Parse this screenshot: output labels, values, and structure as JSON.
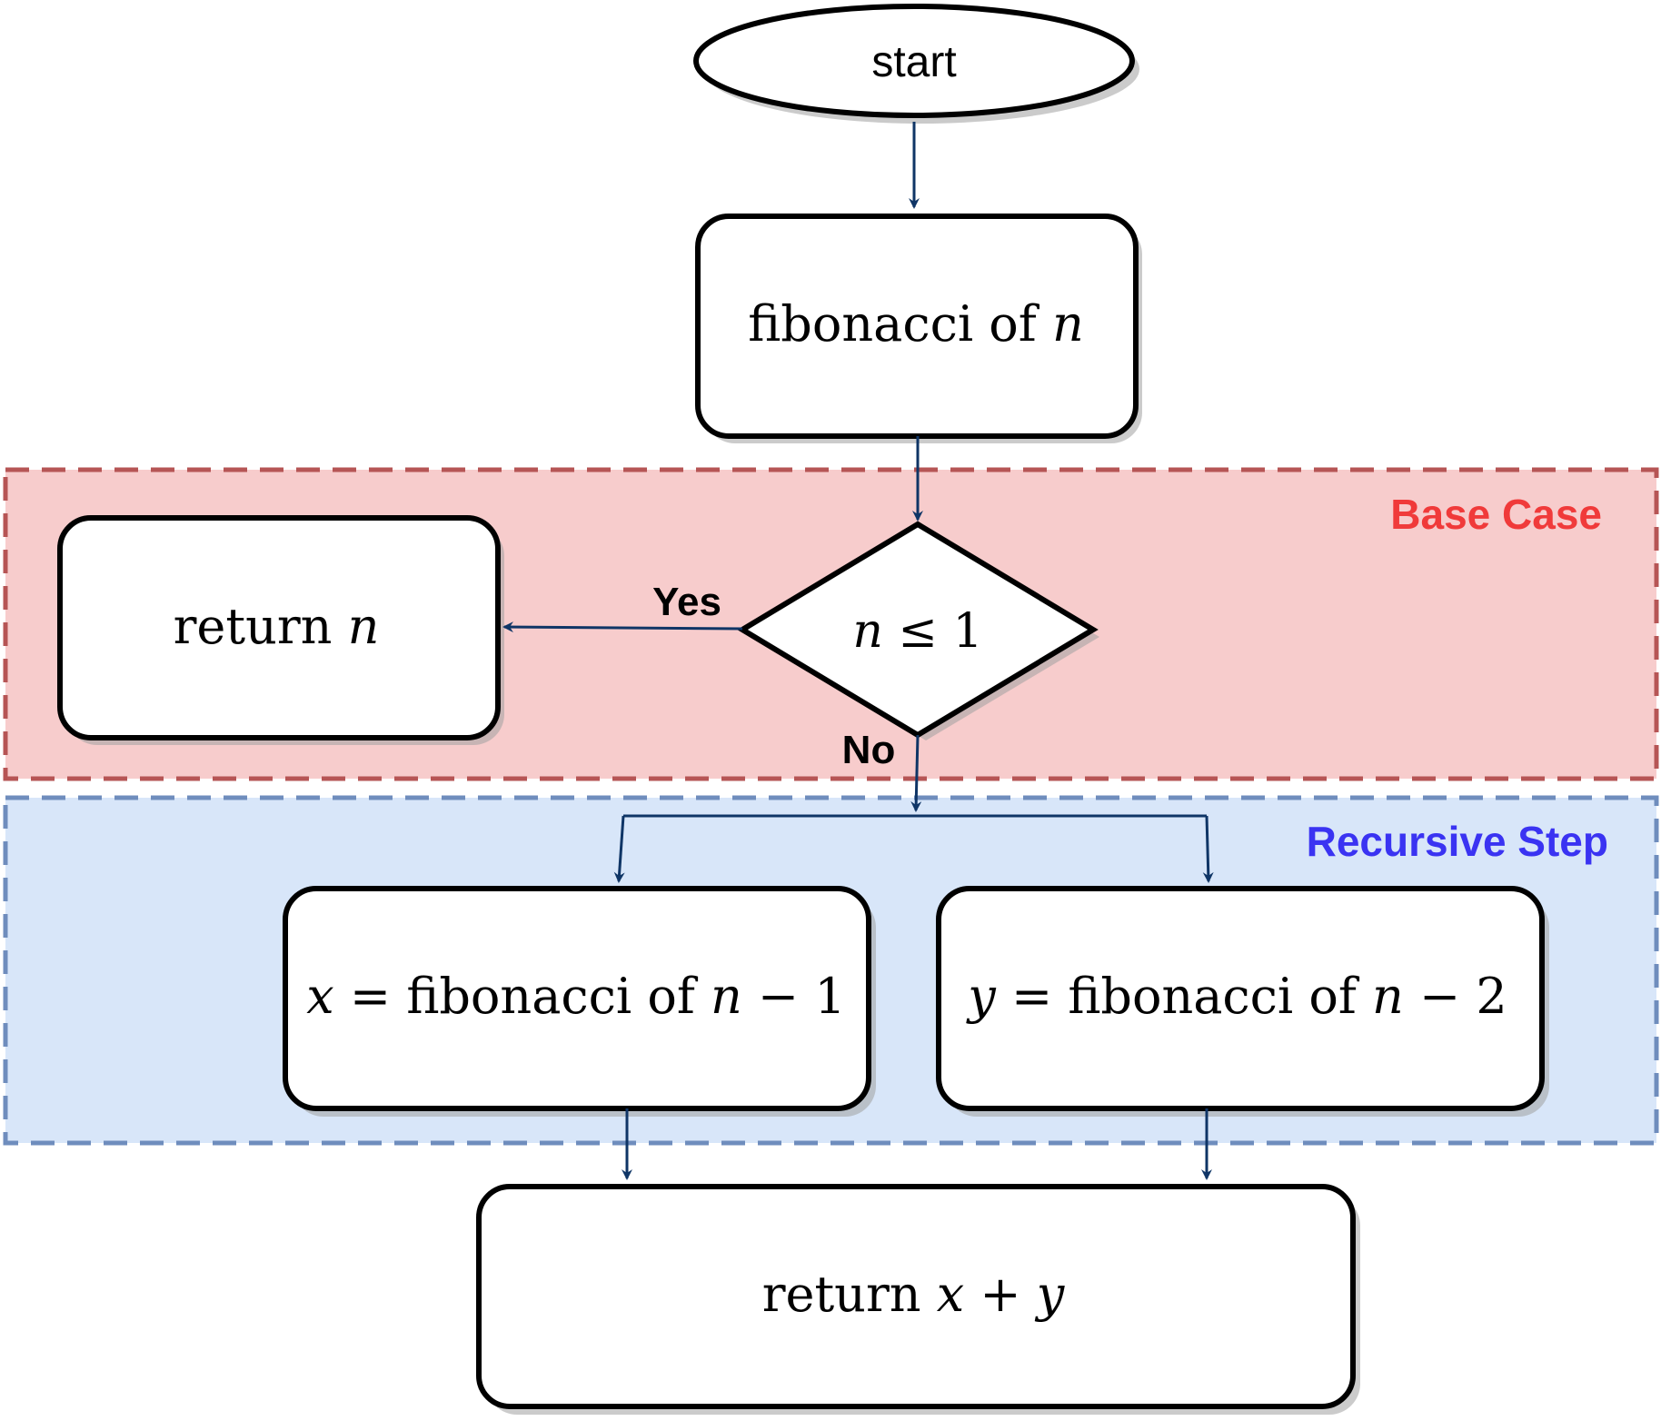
{
  "regions": {
    "base_case": {
      "label": "Base Case",
      "color": "#f03a3a"
    },
    "recursive_step": {
      "label": "Recursive Step",
      "color": "#3a33f2"
    }
  },
  "nodes": {
    "start": {
      "label": "start"
    },
    "fib_n": {
      "text": "fibonacci of ",
      "var": "n"
    },
    "decision": {
      "var": "n",
      "op": " ≤ ",
      "num": "1"
    },
    "return_n": {
      "text": "return ",
      "var": "n"
    },
    "x_assign": {
      "var": "x",
      "eq": " = fibonacci of ",
      "var2": "n",
      "rest": " − 1"
    },
    "y_assign": {
      "var": "y",
      "eq": " = fibonacci of ",
      "var2": "n",
      "rest": " − 2"
    },
    "return_sum": {
      "text": "return ",
      "var": "x",
      "op": " + ",
      "var2": "y"
    }
  },
  "edges": {
    "yes_label": "Yes",
    "no_label": "No"
  },
  "colors": {
    "arrow": "#0f3566",
    "base_fill": "#f7cccc",
    "base_border": "#b65555",
    "recursive_fill": "#d8e6f9",
    "recursive_border": "#6f8dbd",
    "node_stroke": "#000000",
    "shadow": "#a0a0a0"
  }
}
